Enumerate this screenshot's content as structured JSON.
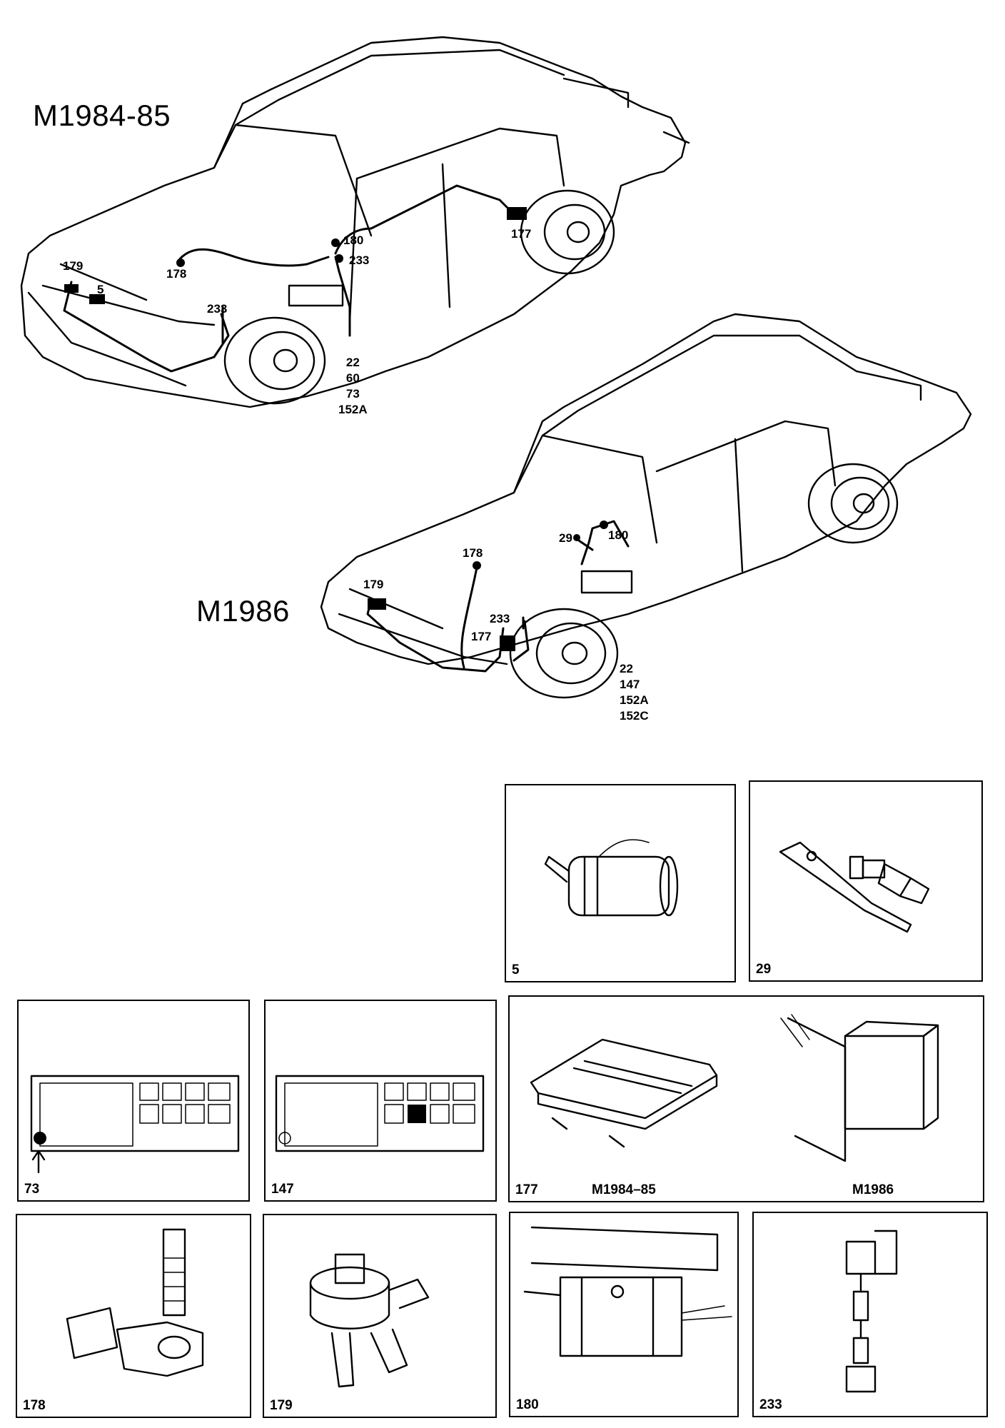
{
  "diagrams": {
    "top": {
      "title": "M1984-85",
      "callouts": [
        "179",
        "5",
        "178",
        "180",
        "233",
        "177",
        "233"
      ],
      "stack": [
        "22",
        "60",
        "73",
        "152A"
      ]
    },
    "bottom": {
      "title": "M1986",
      "callouts": [
        "29",
        "180",
        "178",
        "179",
        "233",
        "177"
      ],
      "stack": [
        "22",
        "147",
        "152A",
        "152C"
      ]
    }
  },
  "panels": {
    "p5": "5",
    "p29": "29",
    "p73": "73",
    "p147": "147",
    "p177": "177",
    "p177_a": "M1984–85",
    "p177_b": "M1986",
    "p178": "178",
    "p179": "179",
    "p180": "180",
    "p233": "233"
  }
}
